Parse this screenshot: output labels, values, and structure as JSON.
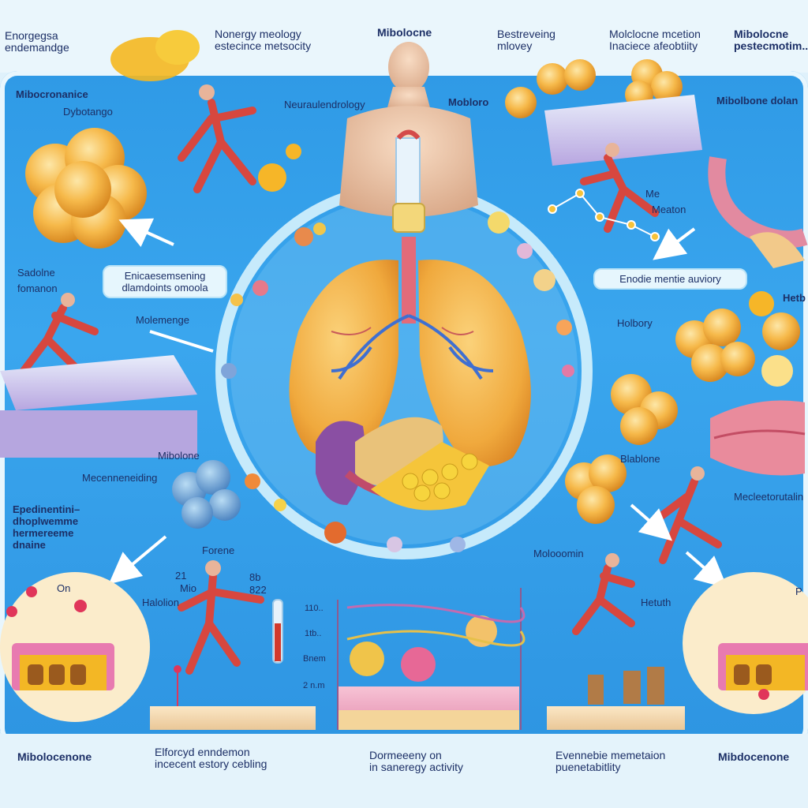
{
  "header": {
    "col1": [
      "Enorgegsa",
      "endemandge"
    ],
    "col2": [
      "Nonergy meology",
      "estecince metsocity"
    ],
    "col3": "Mibolocne",
    "col4": [
      "Bestreveing",
      "mlovey"
    ],
    "col5": [
      "Molclocne mcetion",
      "Inaciece afeobtiity"
    ],
    "col6": [
      "Mibolocne",
      "pestecmotim..."
    ]
  },
  "labels": {
    "l_mibo_top": "Mibocronanice",
    "l_dybotango": "Dybotango",
    "l_neuro": "Neuraulendrology",
    "l_moblore": "Mobloro",
    "l_mibolone_dol": "Mibolbone dolan",
    "l_me": "Me",
    "l_meaton": "Meaton",
    "l_sadolne": "Sadolne",
    "l_fomanon": "fomanon",
    "l_hetb": "Hetb",
    "l_holbory": "Holbory",
    "l_molemenge": "Molemenge",
    "l_mibolone_mid": "Mibolone",
    "l_mecenneling": "Mecenneneiding",
    "l_blablore": "Blablone",
    "l_mecletoru": "Mecleetorutalin",
    "l_epedi": [
      "Epedinentini–",
      "dhoplwemme",
      "hermereeme",
      "dnaine"
    ],
    "l_on": "On",
    "l_21": "21",
    "l_mio": "Mio",
    "l_halon": "Halolion",
    "l_forene": "Forene",
    "l_8b": "8b",
    "l_822": "822",
    "l_mobloemin": "Molooomin",
    "l_hetuth": "Hetuth",
    "l_p": "P",
    "l_t1": "110..",
    "l_t2": "1tb..",
    "l_t3": "Bnem",
    "l_t4": "2 n.m"
  },
  "callouts": {
    "left": [
      "Enicaesemsening",
      "dlamdoints omoola"
    ],
    "right": "Enodie mentie auviory"
  },
  "footer": {
    "f1": "Mibolocenone",
    "f2": [
      "Elforcyd enndemon",
      "incecent estory cebling"
    ],
    "f3": [
      "Dormeeeny on",
      "in saneregy activity"
    ],
    "f4": [
      "Evennebie memetaion",
      "puenetabitlity"
    ],
    "f5": "Mibdocenone"
  },
  "colors": {
    "panel": "#3aa6ee",
    "organ": "#f2a93a",
    "cell": "#f5b94a",
    "muscle": "#e0534f",
    "text": "#1c2f66"
  }
}
